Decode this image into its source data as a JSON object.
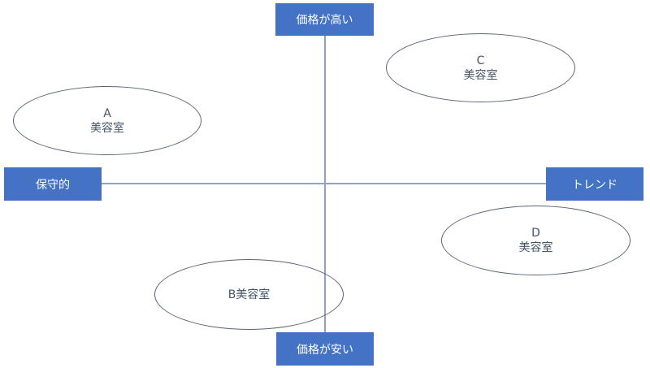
{
  "diagram": {
    "type": "positioning-map",
    "axes": {
      "top_label": "価格が高い",
      "bottom_label": "価格が安い",
      "left_label": "保守的",
      "right_label": "トレンド"
    },
    "items": [
      {
        "id": "A",
        "line1": "A",
        "line2": "美容室",
        "quadrant": "top-left"
      },
      {
        "id": "B",
        "line1": "B美容室",
        "line2": "",
        "quadrant": "bottom-left"
      },
      {
        "id": "C",
        "line1": "C",
        "line2": "美容室",
        "quadrant": "top-right"
      },
      {
        "id": "D",
        "line1": "D",
        "line2": "美容室",
        "quadrant": "bottom-right"
      }
    ],
    "colors": {
      "box_fill": "#4472c4",
      "box_text": "#ffffff",
      "axis_line": "#8ea3c8",
      "ellipse_border": "#5a6478",
      "ellipse_text": "#44546a"
    }
  }
}
